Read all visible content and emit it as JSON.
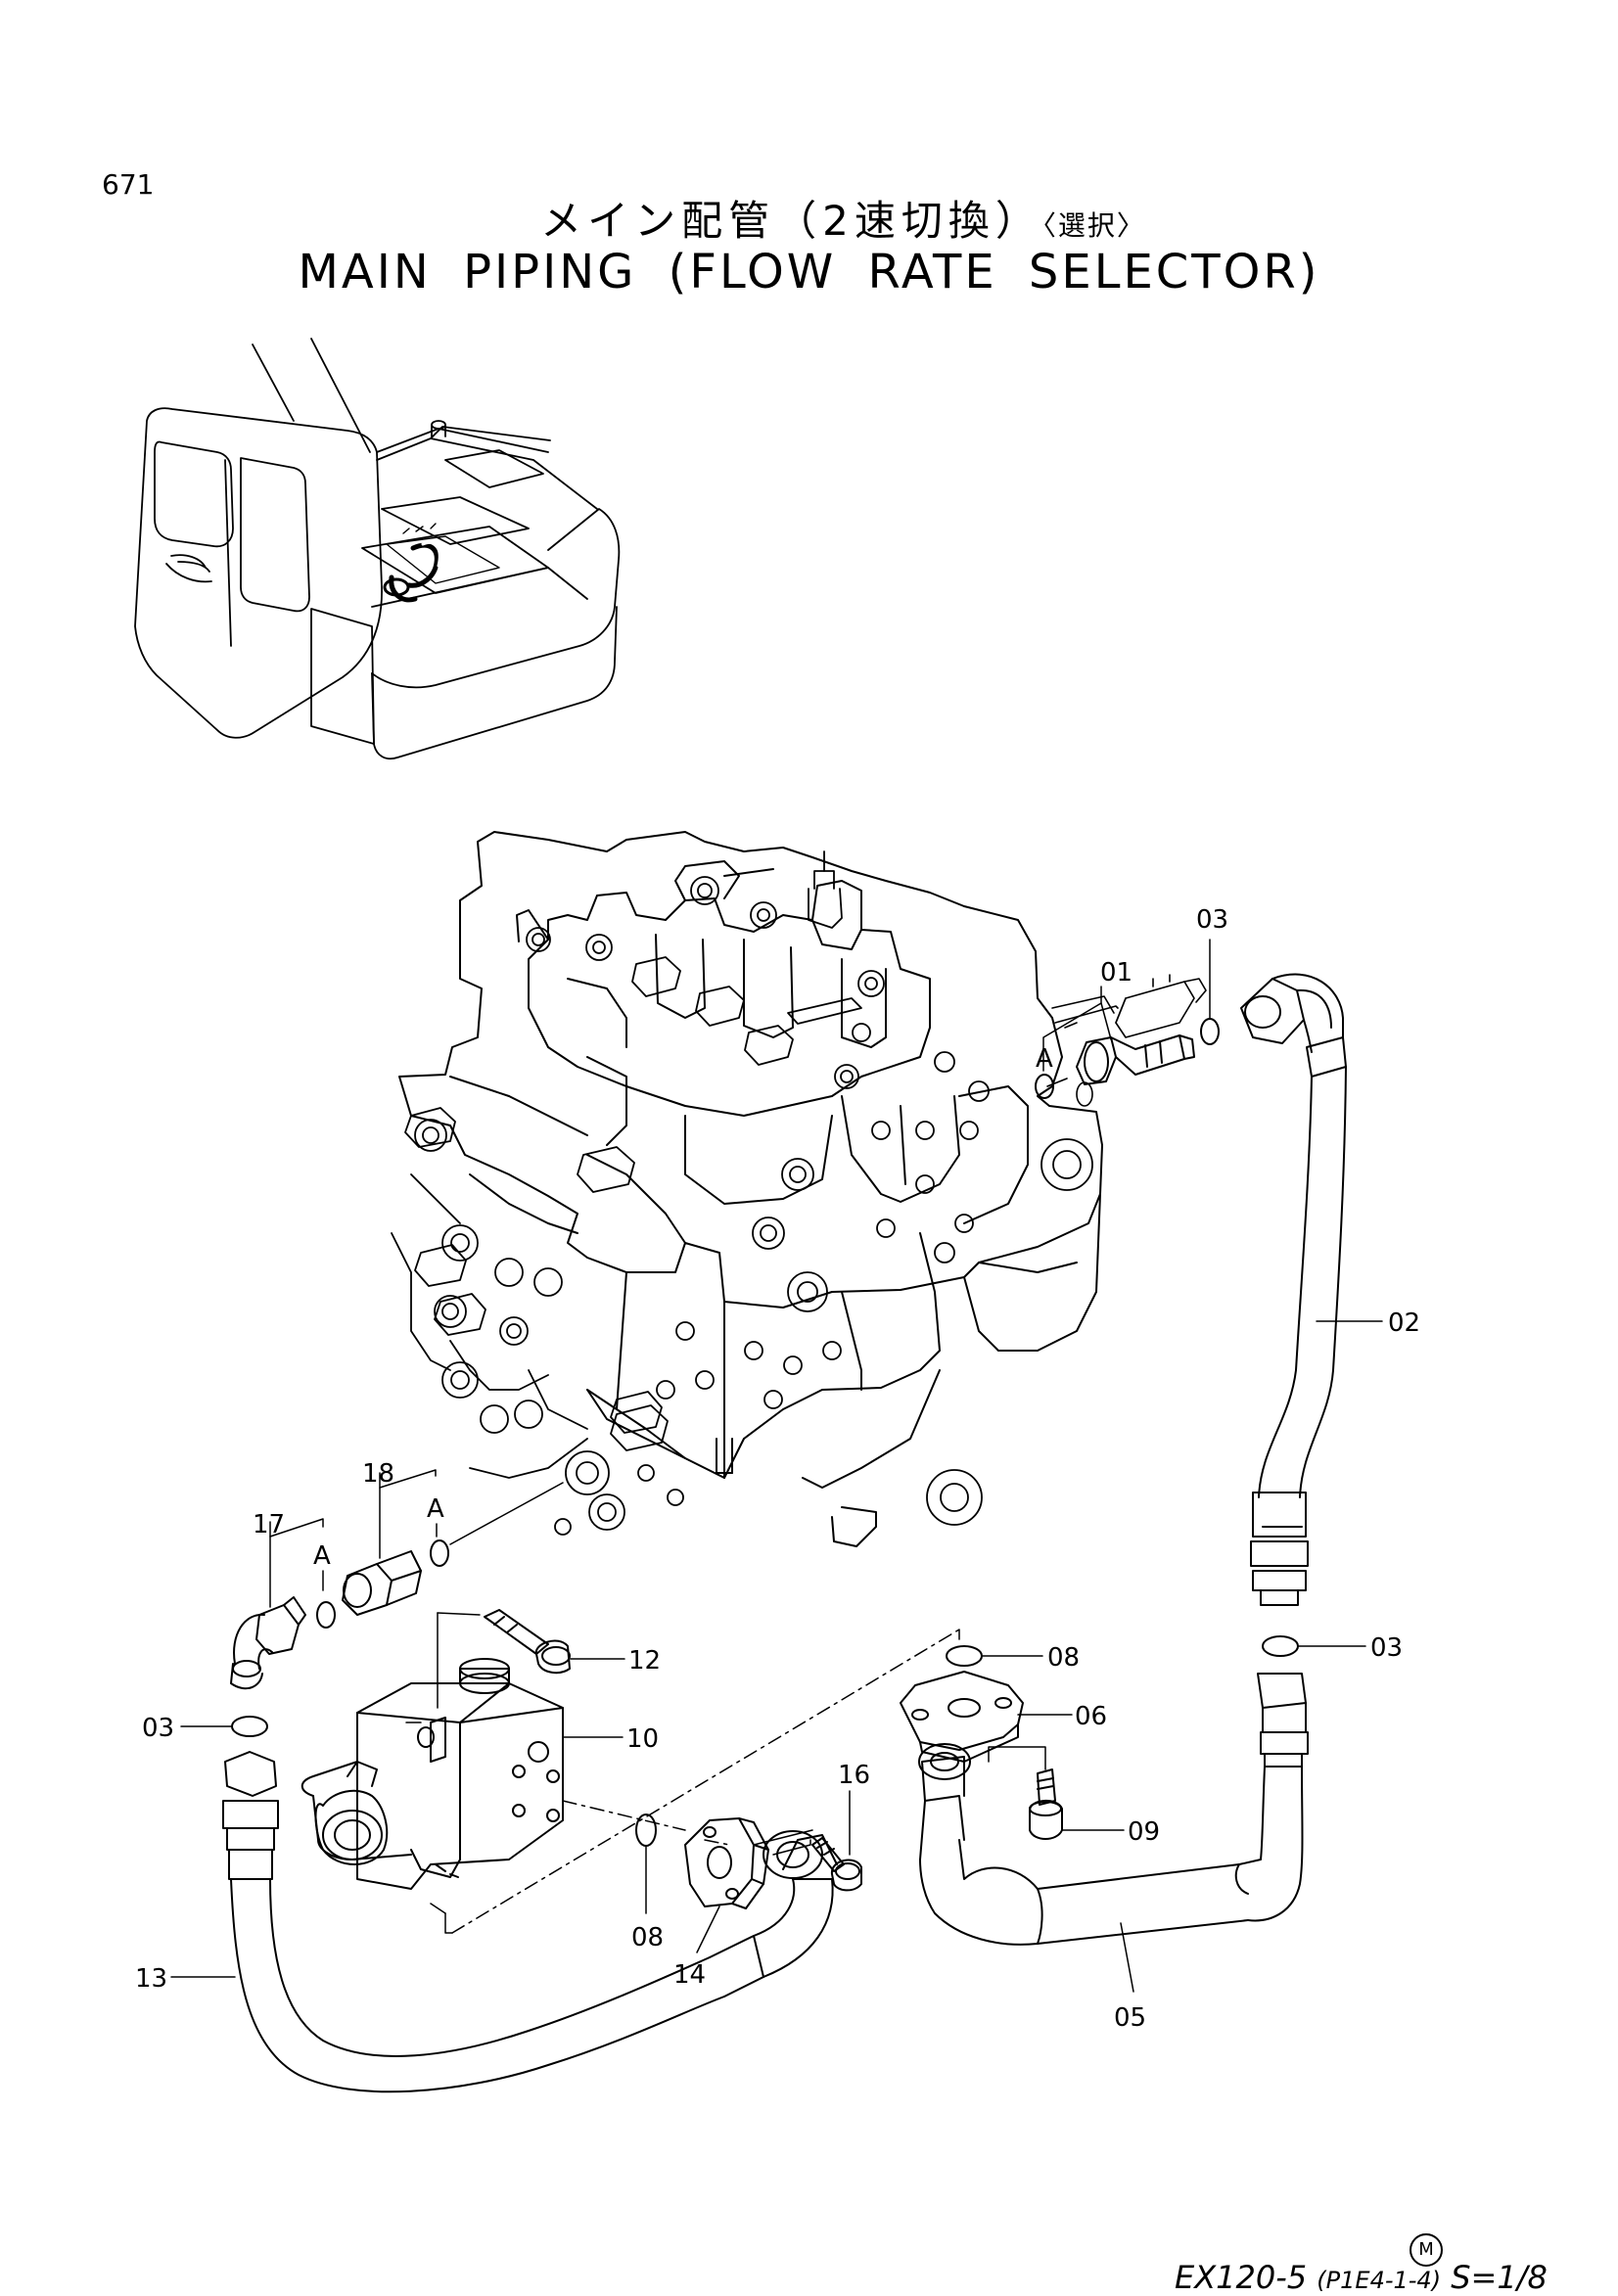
{
  "page_number": "671",
  "title": {
    "japanese": "メイン配管（2速切換）",
    "japanese_note": "〈選択〉",
    "english": "MAIN PIPING (FLOW RATE SELECTOR)"
  },
  "callouts": {
    "p01": "01",
    "p02": "02",
    "p03a": "03",
    "p03b": "03",
    "p03c": "03",
    "p05": "05",
    "p06": "06",
    "p08a": "08",
    "p08b": "08",
    "p09": "09",
    "p10": "10",
    "p12": "12",
    "p13": "13",
    "p14": "14",
    "p16": "16",
    "p17": "17",
    "p18": "18",
    "refA1": "A",
    "refA2": "A",
    "refA3": "A"
  },
  "footer": {
    "mark": "M",
    "model": "EX120-5",
    "code": "(P1E4-1-4)",
    "scale": "S=1/8"
  }
}
